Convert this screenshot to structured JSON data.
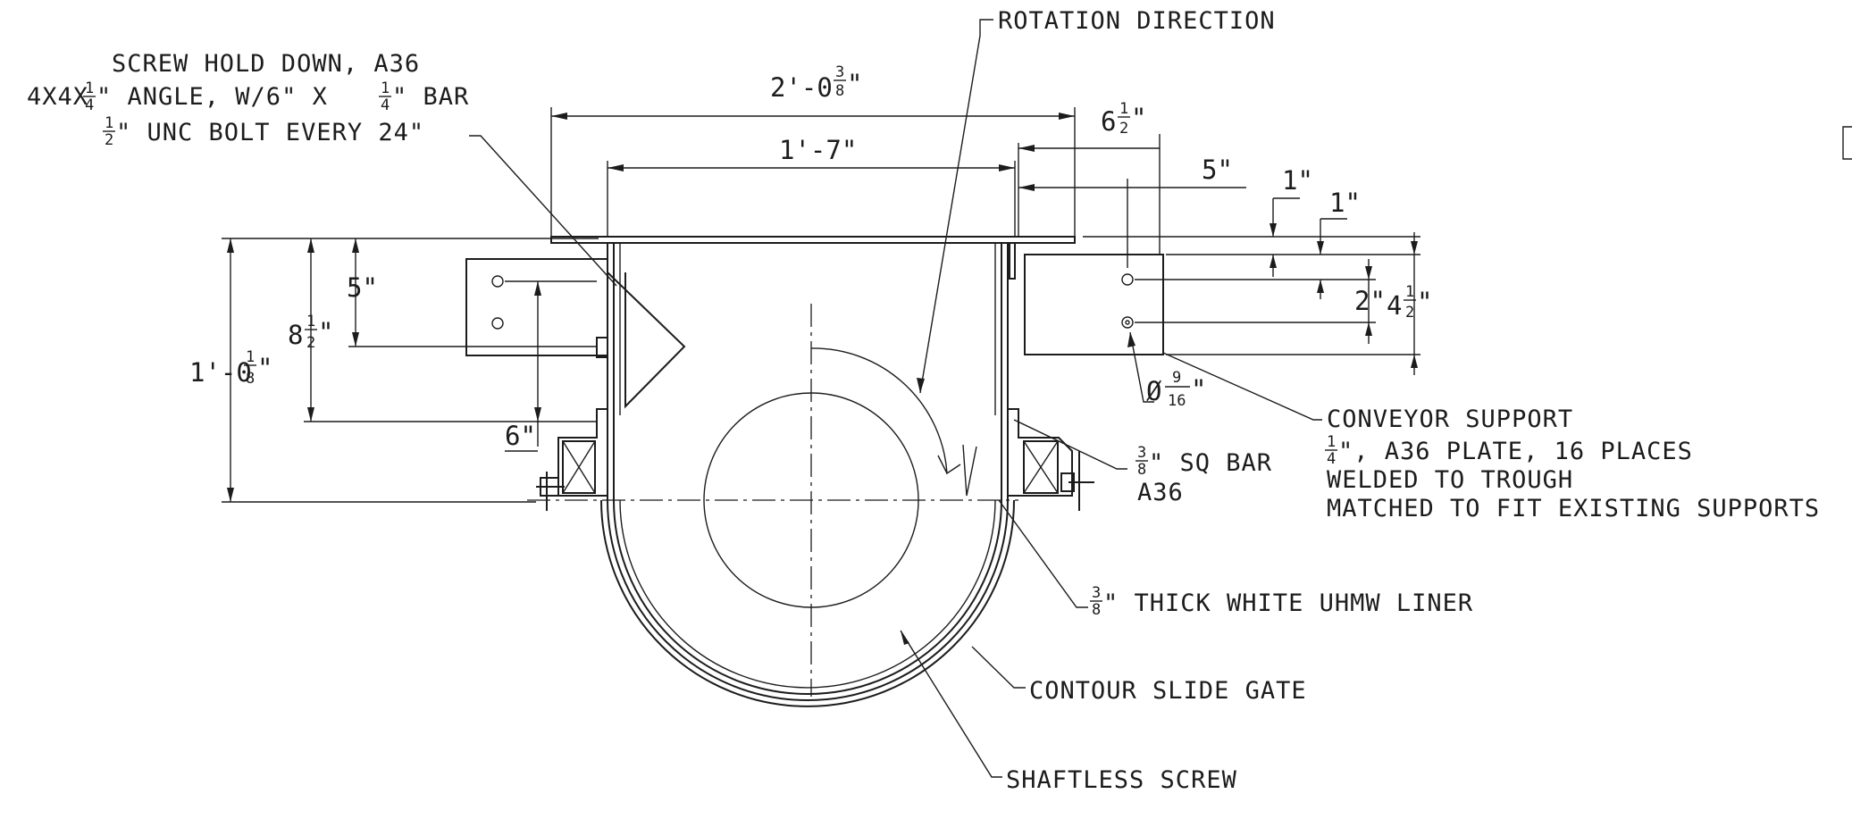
{
  "labels": {
    "rotation_direction": "ROTATION DIRECTION",
    "screw_hold_down": {
      "line1": "SCREW HOLD DOWN, A36",
      "line2a": "4X4X",
      "line2_frac_num": "1",
      "line2_frac_den": "4",
      "line2b": "\" ANGLE, W/6\" X ",
      "line2_frac2_num": "1",
      "line2_frac2_den": "4",
      "line2c": "\" BAR",
      "line3_frac_num": "1",
      "line3_frac_den": "2",
      "line3": "\" UNC BOLT EVERY 24\""
    },
    "conveyor_support": {
      "line1": "CONVEYOR SUPPORT",
      "line2_frac_num": "1",
      "line2_frac_den": "4",
      "line2": "\", A36 PLATE, 16 PLACES",
      "line3": "WELDED TO TROUGH",
      "line4": "MATCHED TO FIT EXISTING SUPPORTS"
    },
    "sq_bar": {
      "frac_num": "3",
      "frac_den": "8",
      "line1": "\" SQ BAR",
      "line2": "A36"
    },
    "liner": {
      "frac_num": "3",
      "frac_den": "8",
      "text": "\" THICK WHITE UHMW LINER"
    },
    "slide_gate": "CONTOUR SLIDE GATE",
    "shaftless_screw": "SHAFTLESS SCREW"
  },
  "dimensions": {
    "overall_width": {
      "whole": "2'-0",
      "num": "3",
      "den": "8",
      "unit": "\""
    },
    "inner_width": "1'-7\"",
    "flange_offset": {
      "whole": "6",
      "num": "1",
      "den": "2",
      "unit": "\""
    },
    "hole_offset": "5\"",
    "top_1a": "1\"",
    "top_1b": "1\"",
    "hole_spacing": "2\"",
    "support_height": {
      "whole": "4",
      "num": "1",
      "den": "2",
      "unit": "\""
    },
    "hole_dia": {
      "prefix": "Ø",
      "num": "9",
      "den": "16",
      "unit": "\""
    },
    "left_5": "5\"",
    "left_height": {
      "whole": "8",
      "num": "1",
      "den": "2",
      "unit": "\""
    },
    "overall_height": {
      "whole": "1'-0",
      "num": "1",
      "den": "8",
      "unit": "\""
    },
    "left_6": "6\""
  }
}
